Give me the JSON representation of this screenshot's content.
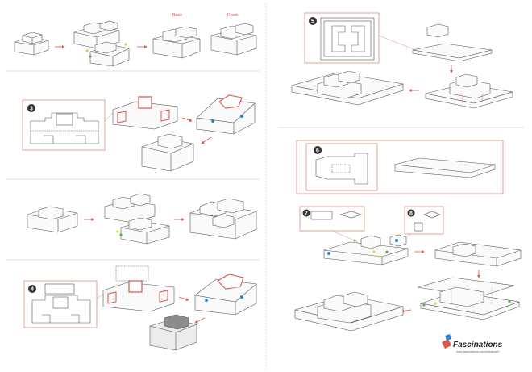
{
  "labels": {
    "back": "Back",
    "front": "Front"
  },
  "steps": {
    "s3": "3",
    "s4": "4",
    "s5": "5",
    "s6": "6",
    "s7": "7",
    "s8": "8"
  },
  "brand": {
    "name": "Fascinations",
    "url": "www.fascinations.com/metalearth"
  },
  "colors": {
    "accent": "#d8584a",
    "line": "#555555",
    "panel_border": "#e08a80",
    "dot_yellow": "#e8d040",
    "dot_green": "#58b048",
    "dot_blue": "#2e86c8",
    "divider": "#e6dcdc"
  }
}
